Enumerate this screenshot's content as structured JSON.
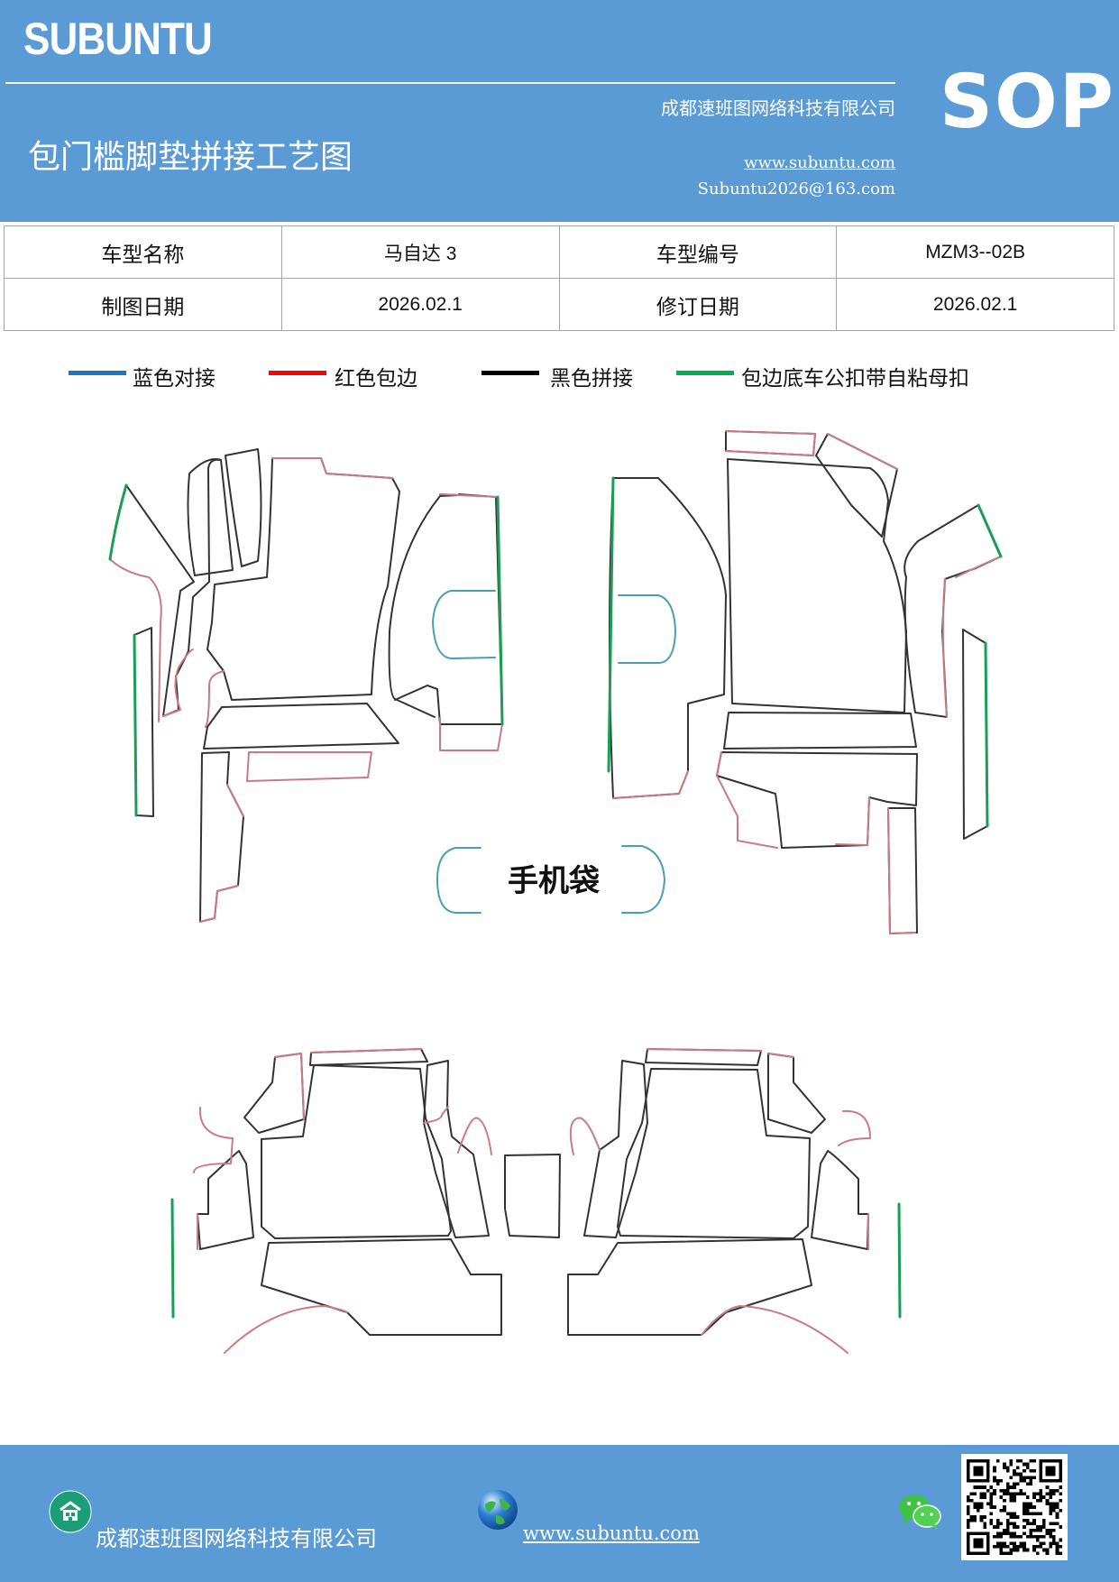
{
  "header": {
    "brand": "SUBUNTU",
    "company": "成都速班图网络科技有限公司",
    "title": "包门槛脚垫拼接工艺图",
    "website": "www.subuntu.com",
    "email": "Subuntu2026@163.com",
    "badge": "SOP"
  },
  "info": {
    "model_name_label": "车型名称",
    "model_name": "马自达 3",
    "model_code_label": "车型编号",
    "model_code": "MZM3--02B",
    "draw_date_label": "制图日期",
    "draw_date": "2026.02.1",
    "revise_date_label": "修订日期",
    "revise_date": "2026.02.1"
  },
  "legend": [
    {
      "label": "蓝色对接",
      "color": "#1f77c0"
    },
    {
      "label": "红色包边",
      "color": "#ff0000"
    },
    {
      "label": "黑色拼接",
      "color": "#000000"
    },
    {
      "label": "包边底车公扣带自粘母扣",
      "color": "#00b050"
    }
  ],
  "drawing": {
    "phone_pocket_label": "手机袋",
    "colors": {
      "outline": "#333333",
      "edge": "#c97b85",
      "joint": "#4a9fb5",
      "velcro": "#1a9e55"
    }
  },
  "footer": {
    "company": "成都速班图网络科技有限公司",
    "website": "www.subuntu.com",
    "icons": [
      "building-icon",
      "globe-icon",
      "wechat-icon",
      "qr-code"
    ]
  }
}
